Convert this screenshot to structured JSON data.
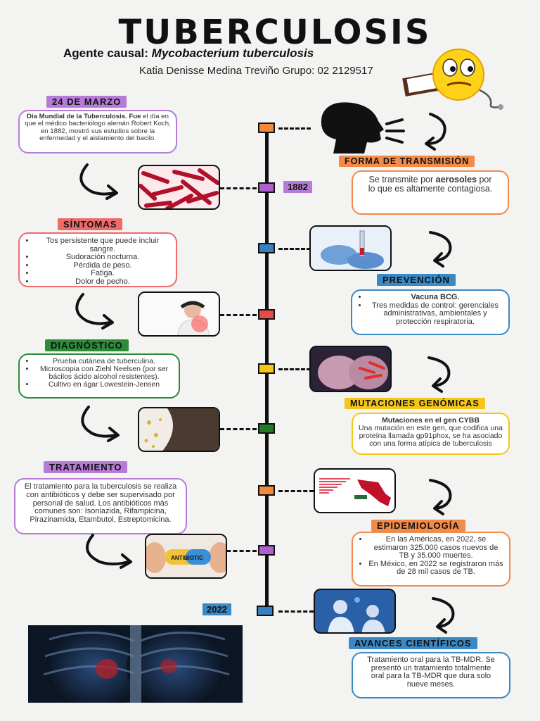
{
  "header": {
    "title": "TUBERCULOSIS",
    "subtitle_prefix": "Agente causal: ",
    "subtitle_organism": "Mycobacterium tuberculosis",
    "author": "Katia Denisse Medina Treviño Grupo: 02 2129517"
  },
  "marzo": {
    "label": "24 de marzo",
    "bold": "Día Mundial de la Tuberculosis. Fue",
    "text": " el día en que el médico bacteriólogo alemán Robert Koch, en 1882, mostró sus estudios sobre la enfermedad y el aislamiento del bacilo."
  },
  "transmision": {
    "label": "Forma de transmisión",
    "text_before": "Se transmite por ",
    "text_bold": "aerosoles",
    "text_after": " por lo que es altamente contagiosa."
  },
  "year_1882": "1882",
  "year_2022": "2022",
  "sintomas": {
    "label": "Síntomas",
    "items": [
      "Tos persistente que puede incluir sangre.",
      "Sudoración nocturna.",
      "Pérdida de peso.",
      "Fatiga.",
      "Dolor de pecho."
    ]
  },
  "prevencion": {
    "label": "Prevención",
    "items": [
      "Vacuna BCG.",
      "Tres medidas de control: gerenciales administrativas, ambientales y protección respiratoria."
    ]
  },
  "diagnostico": {
    "label": "Diagnóstico",
    "items": [
      "Prueba cutánea de tuberculina.",
      "Microscopia con Ziehl Neelsen (por ser bácilos ácido alcohol resistentes).",
      "Cultivo en ágar Lowestein-Jensen"
    ]
  },
  "mutaciones": {
    "label": "Mutaciones genómicas",
    "heading": "Mutaciones en el gen CYBB",
    "text": "Una mutación en este gen, que codifica una proteína llamada gp91phox, se ha asociado con una forma atípica de tuberculosis"
  },
  "tratamiento": {
    "label": "Tratamiento",
    "text": "El tratamiento para la tuberculosis se realiza con antibióticos y debe ser supervisado por personal de salud. Los antibióticos más comunes son: Isoniazida, Rifampicina, Pirazinamida, Etambutol, Estreptomicina."
  },
  "epidemiologia": {
    "label": "Epidemiología",
    "items": [
      "En las Américas, en 2022, se estimaron 325.000 casos nuevos de TB y 35.000 muertes.",
      "En México, en 2022 se registraron más de 28 mil casos de TB."
    ]
  },
  "avances": {
    "label": "Avances científicos",
    "text": "Tratamiento oral para la TB-MDR. Se presentó un tratamiento totalmente oral para la TB-MDR que dura solo nueve meses."
  },
  "images": {
    "antibiotic_text": "ANTIBIOTIC"
  },
  "colors": {
    "purple": "#b57bd6",
    "orange": "#f28a4a",
    "red": "#ee6b6b",
    "blue": "#3a88c4",
    "green": "#2e8b3a",
    "yellow": "#f5c518",
    "node_orange": "#f28a3a",
    "node_purple": "#b15fd0",
    "node_blue": "#3a7fc0",
    "node_red": "#e64b4b",
    "node_yellow": "#f5c518",
    "node_green": "#1f7a2a"
  }
}
